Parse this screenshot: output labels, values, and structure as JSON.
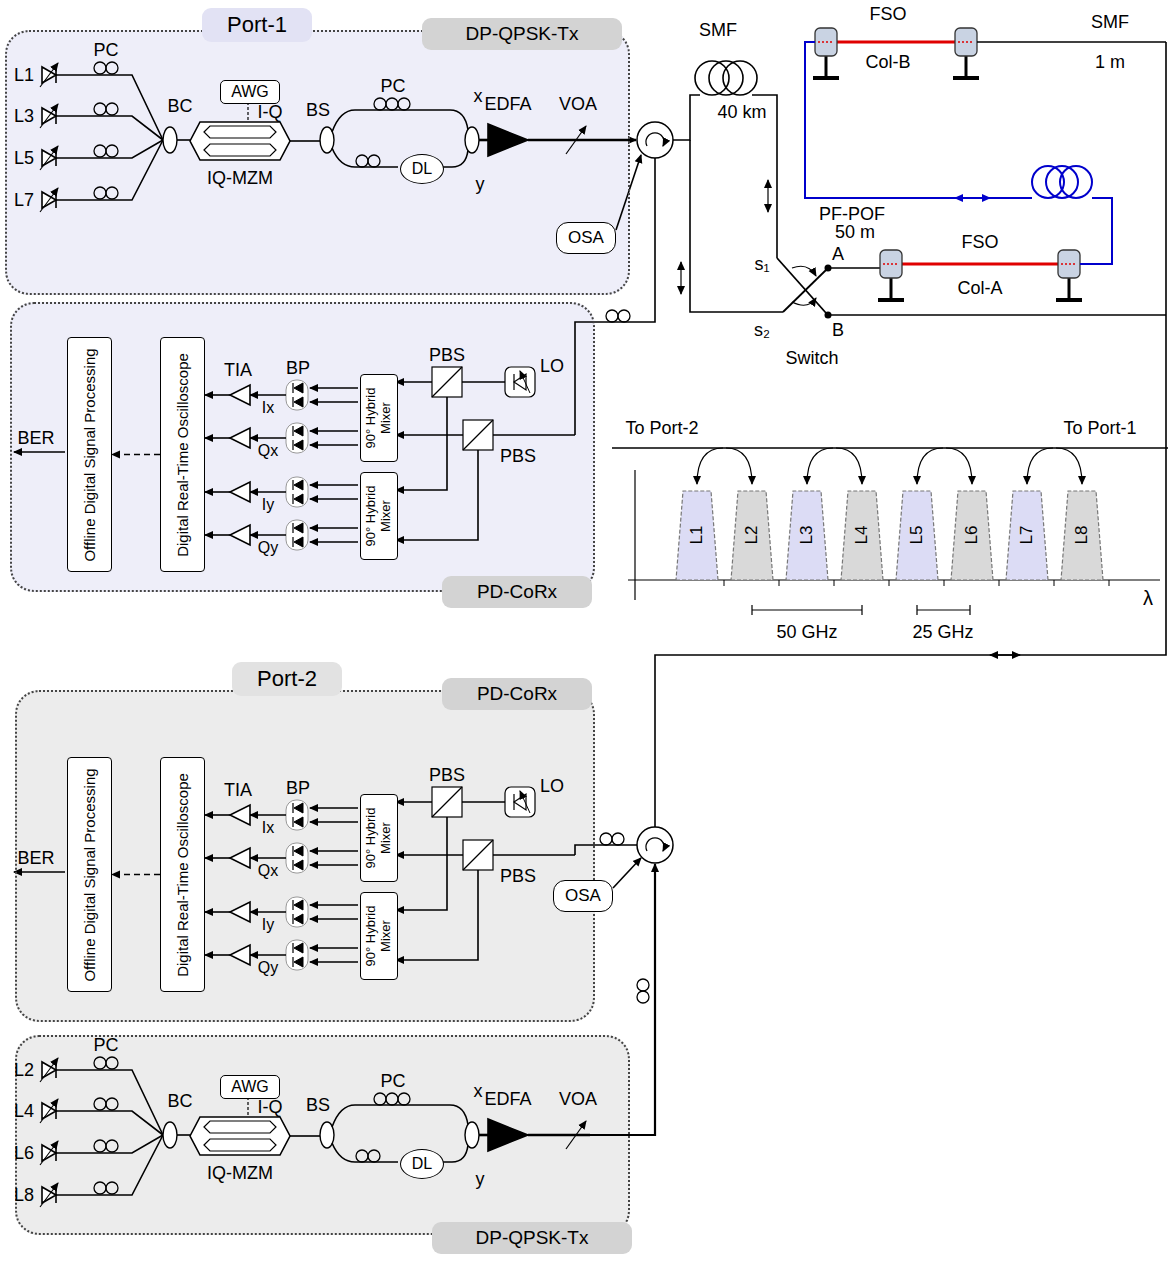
{
  "diagram": {
    "nodes": [
      {
        "text": [
          "Port-1",
          "DP-QPSK-Tx"
        ]
      },
      {
        "text": [
          "AWG"
        ],
        "in": 0
      },
      {
        "text": [
          "DL"
        ],
        "in": 0
      },
      {
        "text": [
          "OSA"
        ]
      },
      {
        "text": [
          "PD-CoRx"
        ]
      },
      {
        "text": [
          "Offline Digital Signal Processing"
        ],
        "in": 4
      },
      {
        "text": [
          "Digital Real-Time Oscilloscope"
        ],
        "in": 4
      },
      {
        "text": [
          "90° Hybrid Mixer"
        ],
        "in": 4
      },
      {
        "text": [
          "90° Hybrid Mixer"
        ],
        "in": 4
      },
      {
        "text": [
          "Port-2",
          "PD-CoRx"
        ]
      },
      {
        "text": [
          "Offline Digital Signal Processing"
        ],
        "in": 9
      },
      {
        "text": [
          "Digital Real-Time Oscilloscope"
        ],
        "in": 9
      },
      {
        "text": [
          "90° Hybrid Mixer"
        ],
        "in": 9
      },
      {
        "text": [
          "90° Hybrid Mixer"
        ],
        "in": 9
      },
      {
        "text": [
          "OSA"
        ]
      },
      {
        "text": [
          "DP-QPSK-Tx"
        ]
      },
      {
        "text": [
          "AWG"
        ],
        "in": 15
      },
      {
        "text": [
          "DL"
        ],
        "in": 15
      },
      {
        "text": [
          "L1"
        ]
      },
      {
        "text": [
          "L2"
        ]
      },
      {
        "text": [
          "L3"
        ]
      },
      {
        "text": [
          "L4"
        ]
      },
      {
        "text": [
          "L5"
        ]
      },
      {
        "text": [
          "L6"
        ]
      },
      {
        "text": [
          "L7"
        ]
      },
      {
        "text": [
          "L8"
        ]
      }
    ],
    "edges": [
      {
        "from": 6,
        "to": 5,
        "arrow": "to"
      },
      {
        "from": 11,
        "to": 10,
        "arrow": "to"
      }
    ],
    "labels": [
      "L1",
      "L3",
      "L5",
      "L7",
      "PC",
      "BC",
      "I-Q",
      "IQ-MZM",
      "BS",
      "PC",
      "x",
      "EDFA",
      "VOA",
      "y",
      "TIA",
      "BP",
      "LO",
      "PBS",
      "PBS",
      "Ix",
      "Qx",
      "Iy",
      "Qy",
      "BER",
      "SMF",
      "40 km",
      "FSO",
      "Col-B",
      "SMF",
      "1 m",
      "PF-POF",
      "50 m",
      "FSO",
      "Col-A",
      "A",
      "B",
      "s₁",
      "s₂",
      "Switch",
      "To Port-2",
      "To Port-1",
      "50 GHz",
      "25 GHz",
      "λ",
      "TIA",
      "BP",
      "LO",
      "PBS",
      "PBS",
      "Ix",
      "Qx",
      "Iy",
      "Qy",
      "BER",
      "L2",
      "L4",
      "L6",
      "L8",
      "PC",
      "BC",
      "I-Q",
      "IQ-MZM",
      "BS",
      "PC",
      "x",
      "EDFA",
      "VOA",
      "y"
    ]
  }
}
